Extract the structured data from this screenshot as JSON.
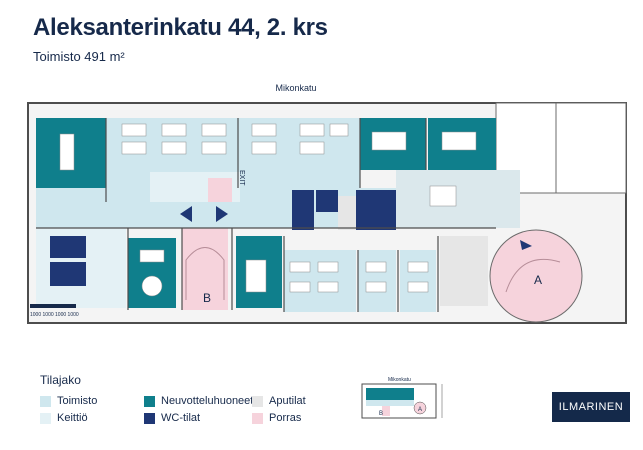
{
  "header": {
    "title": "Aleksanterinkatu 44, 2. krs",
    "subtitle": "Toimisto 491 m²"
  },
  "plan": {
    "street_label": "Mikonkatu",
    "exit_label": "EXIT",
    "stair_b_label": "B",
    "stair_a_label": "A",
    "scale_label": "1000 1000 1000 1000"
  },
  "legend": {
    "title": "Tilajako",
    "items": [
      {
        "label": "Toimisto",
        "color": "#cfe7ee"
      },
      {
        "label": "Keittiö",
        "color": "#e4f1f5"
      },
      {
        "label": "Neuvotteluhuoneet",
        "color": "#0f7f8c"
      },
      {
        "label": "WC-tilat",
        "color": "#1f3775"
      },
      {
        "label": "Aputilat",
        "color": "#e6e6e6"
      },
      {
        "label": "Porras",
        "color": "#f6d3dc"
      }
    ]
  },
  "minimap": {
    "street_label": "Mikonkatu",
    "b_label": "B",
    "a_label": "A"
  },
  "brand": {
    "name": "ILMARINEN"
  }
}
